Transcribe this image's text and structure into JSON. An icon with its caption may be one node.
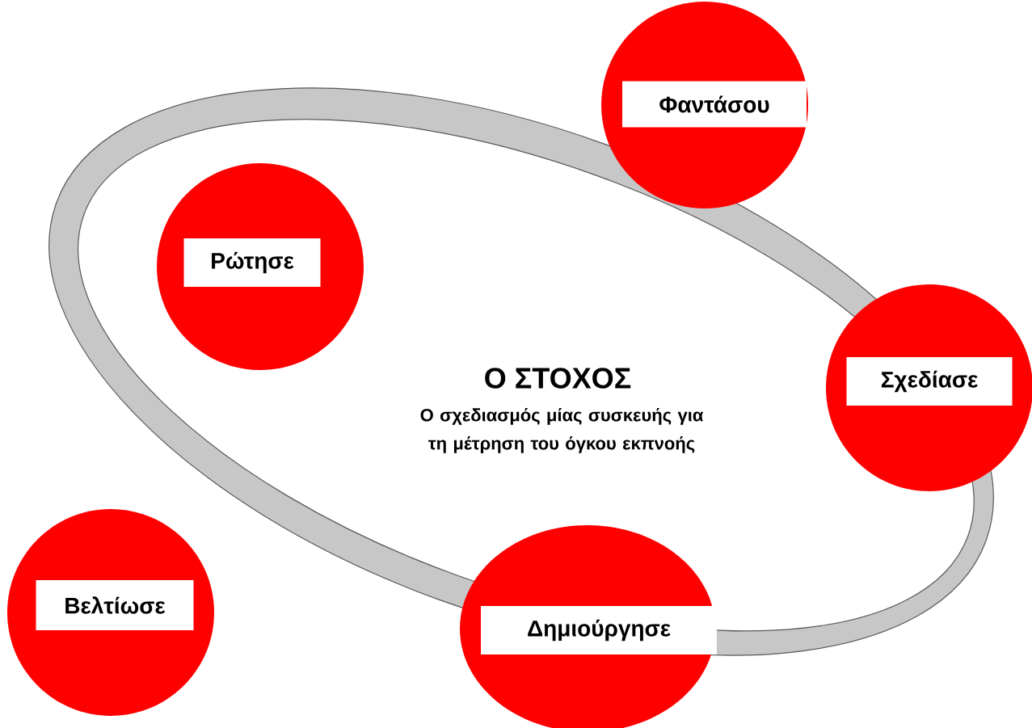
{
  "diagram": {
    "title": "Ο ΣΤΟΧΟΣ",
    "nodes": [
      {
        "text": [
          "Φαντάσου"
        ]
      },
      {
        "text": [
          "Ρώτησε"
        ]
      },
      {
        "text": [
          "Σχεδίασε"
        ]
      },
      {
        "text": [
          "Βελτίωσε"
        ]
      },
      {
        "text": [
          "Δημιούργησε"
        ]
      }
    ],
    "labels": [
      "Ο σχεδιασμός μίας συσκευής για τη μέτρηση του όγκου εκπνοής"
    ]
  }
}
